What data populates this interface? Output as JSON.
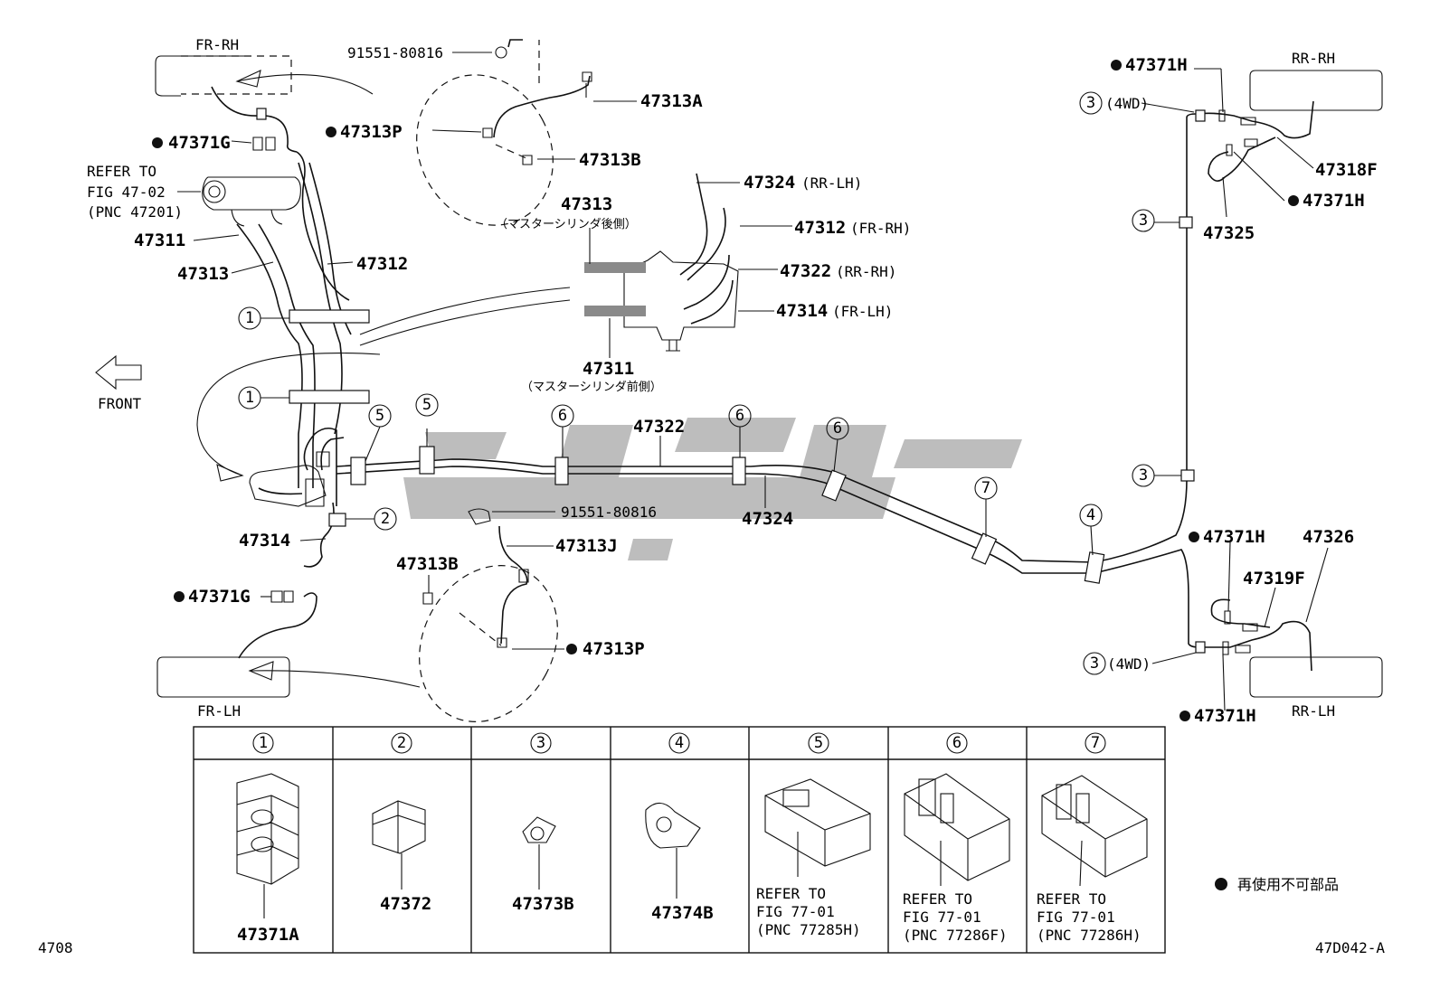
{
  "diagram_id": "47D042-A",
  "page_number": "4708",
  "legend_text": "再使用不可部品",
  "front_label": "FRONT",
  "wheels": {
    "fr_rh": "FR-RH",
    "fr_lh": "FR-LH",
    "rr_rh": "RR-RH",
    "rr_lh": "RR-LH"
  },
  "refer_master": [
    "REFER TO",
    "FIG 47-02",
    "(PNC 47201)"
  ],
  "parts": {
    "p91551_top": "91551-80816",
    "p47313A": "47313A",
    "p47313P_top": "47313P",
    "p47313B_top": "47313B",
    "p47371G_top": "47371G",
    "p47311": "47311",
    "p47313": "47313",
    "p47312": "47312",
    "detail_47324": "47324",
    "detail_47324_sub": "(RR-LH)",
    "detail_47313": "47313",
    "detail_47313_sub": "（マスターシリンダ後側）",
    "detail_47312": "47312",
    "detail_47312_sub": "(FR-RH)",
    "detail_47322": "47322",
    "detail_47322_sub": "(RR-RH)",
    "detail_47314": "47314",
    "detail_47314_sub": "(FR-LH)",
    "detail_47311": "47311",
    "detail_47311_sub": "（マスターシリンダ前側）",
    "p47322": "47322",
    "p47324": "47324",
    "p47314": "47314",
    "p91551_mid": "91551-80816",
    "p47313J": "47313J",
    "p47313B_low": "47313B",
    "p47313P_low": "47313P",
    "p47371G_low": "47371G",
    "p47371H_1": "47371H",
    "p47318F": "47318F",
    "p47371H_2": "47371H",
    "p47325": "47325",
    "p47371H_3": "47371H",
    "p47326": "47326",
    "p47319F": "47319F",
    "p47371H_4": "47371H",
    "wd_note_1": "(4WD)",
    "wd_note_2": "(4WD)"
  },
  "clamp_table": {
    "headers": [
      "①",
      "②",
      "③",
      "④",
      "⑤",
      "⑥",
      "⑦"
    ],
    "cells": [
      {
        "lines": [
          "47371A"
        ]
      },
      {
        "lines": [
          "47372"
        ]
      },
      {
        "lines": [
          "47373B"
        ]
      },
      {
        "lines": [
          "47374B"
        ]
      },
      {
        "lines": [
          "REFER TO",
          "FIG 77-01",
          "(PNC 77285H)"
        ]
      },
      {
        "lines": [
          "REFER TO",
          "FIG 77-01",
          "(PNC 77286F)"
        ]
      },
      {
        "lines": [
          "REFER TO",
          "FIG 77-01",
          "(PNC 77286H)"
        ]
      }
    ]
  },
  "callouts": {
    "c1a": "1",
    "c1b": "1",
    "c2": "2",
    "c3a": "3",
    "c3b": "3",
    "c3c": "3",
    "c3d": "3",
    "c4": "4",
    "c5a": "5",
    "c5b": "5",
    "c6a": "6",
    "c6b": "6",
    "c6c": "6",
    "c7": "7"
  },
  "colors": {
    "line": "#111111",
    "watermark": "#bdbdbd",
    "background": "#ffffff"
  }
}
